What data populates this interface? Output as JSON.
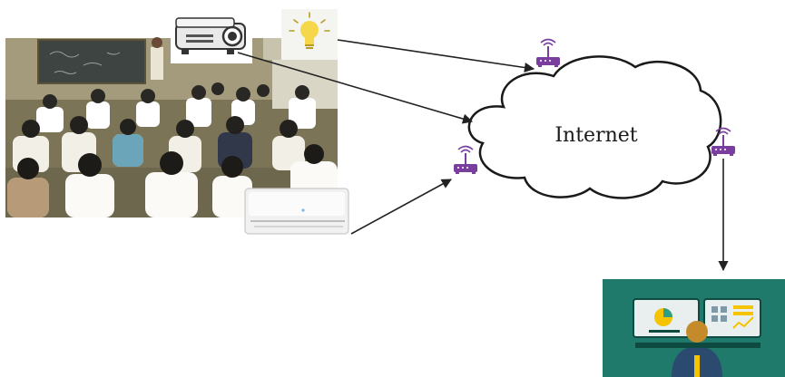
{
  "diagram": {
    "cloud_label": "Internet",
    "nodes": [
      {
        "id": "classroom",
        "icon": "classroom-photo-icon"
      },
      {
        "id": "projector",
        "icon": "projector-icon"
      },
      {
        "id": "lamp",
        "icon": "light-bulb-icon"
      },
      {
        "id": "air_conditioner",
        "icon": "air-conditioner-icon"
      },
      {
        "id": "router_left",
        "icon": "wifi-router-icon"
      },
      {
        "id": "router_top",
        "icon": "wifi-router-icon"
      },
      {
        "id": "router_right",
        "icon": "wifi-router-icon"
      },
      {
        "id": "internet",
        "icon": "cloud-icon"
      },
      {
        "id": "monitor_station",
        "icon": "monitoring-workstation-icon"
      }
    ],
    "edges": [
      {
        "from": "lamp",
        "to": "router_top"
      },
      {
        "from": "projector",
        "to": "internet"
      },
      {
        "from": "air_conditioner",
        "to": "router_left"
      },
      {
        "from": "router_right",
        "to": "monitor_station"
      }
    ],
    "colors": {
      "router": "#7a3f9e",
      "station_bg": "#1f7a6b",
      "bulb": "#f6d64a",
      "arrow": "#222222"
    }
  }
}
